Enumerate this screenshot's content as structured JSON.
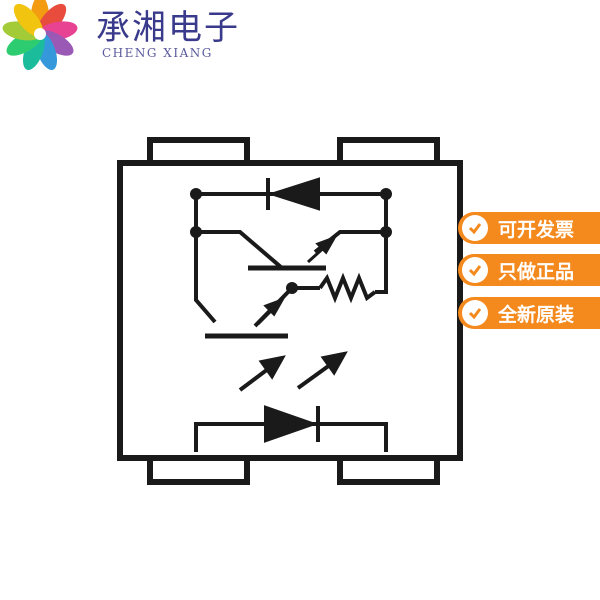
{
  "brand": {
    "name_cn": "承湘电子",
    "name_en": "CHENG XIANG"
  },
  "badges": [
    {
      "label": "可开发票"
    },
    {
      "label": "只做正品"
    },
    {
      "label": "全新原装"
    }
  ],
  "colors": {
    "brand_text": "#3a3a8c",
    "badge_bg": "#f48a1e",
    "diagram_stroke": "#1a1a1a"
  },
  "icons": {
    "logo": "pinwheel-logo",
    "badge": "check-icon"
  }
}
